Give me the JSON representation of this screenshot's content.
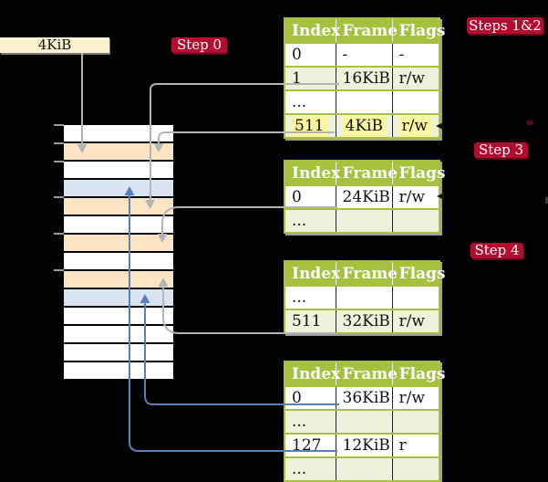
{
  "title_box": {
    "label": "4KiB"
  },
  "badges": [
    {
      "label": "Step 0"
    },
    {
      "label": "Steps 1&2"
    },
    {
      "label": "Step 3"
    },
    {
      "label": "Step 4"
    }
  ],
  "tables": [
    {
      "name": "level-4-table-at-4KiB",
      "headers": [
        "Index",
        "Frame",
        "Flags"
      ],
      "rows": [
        {
          "cells": [
            "0",
            "-",
            "-"
          ]
        },
        {
          "cells": [
            "1",
            "16KiB",
            "r/w"
          ]
        },
        {
          "cells": [
            "...",
            "",
            ""
          ]
        },
        {
          "cells": [
            "511",
            "4KiB",
            "r/w"
          ],
          "highlight": true
        }
      ]
    },
    {
      "name": "level-3-table-at-16KiB",
      "headers": [
        "Index",
        "Frame",
        "Flags"
      ],
      "rows": [
        {
          "cells": [
            "0",
            "24KiB",
            "r/w"
          ]
        },
        {
          "cells": [
            "...",
            "",
            ""
          ]
        }
      ]
    },
    {
      "name": "level-2-table-at-24KiB",
      "headers": [
        "Index",
        "Frame",
        "Flags"
      ],
      "rows": [
        {
          "cells": [
            "...",
            "",
            ""
          ]
        },
        {
          "cells": [
            "511",
            "32KiB",
            "r/w"
          ]
        }
      ]
    },
    {
      "name": "level-1-table-at-32KiB",
      "headers": [
        "Index",
        "Frame",
        "Flags"
      ],
      "rows": [
        {
          "cells": [
            "0",
            "36KiB",
            "r/w"
          ]
        },
        {
          "cells": [
            "...",
            "",
            ""
          ]
        },
        {
          "cells": [
            "127",
            "12KiB",
            "r"
          ]
        },
        {
          "cells": [
            "...",
            "",
            ""
          ]
        }
      ]
    }
  ],
  "memory": {
    "rows": [
      "white",
      "orange",
      "white",
      "blue",
      "orange",
      "white",
      "orange",
      "white",
      "orange",
      "blue",
      "white",
      "white",
      "white",
      "white"
    ],
    "tick_positions_y": [
      137,
      157,
      177,
      216,
      256,
      296
    ]
  },
  "colors": {
    "background": "#000000",
    "table_header_green": "#a5c13d",
    "table_row_green": "#edf2da",
    "frame_orange": "#fce4c4",
    "frame_blue": "#d9e4f3",
    "cr3_box_cream": "#fbf2d0",
    "badge_red": "#b00d31",
    "highlight_yellow": "#fdf6a2",
    "arrow_gray": "#b4b4b4",
    "arrow_blue": "#5d7fb8"
  }
}
